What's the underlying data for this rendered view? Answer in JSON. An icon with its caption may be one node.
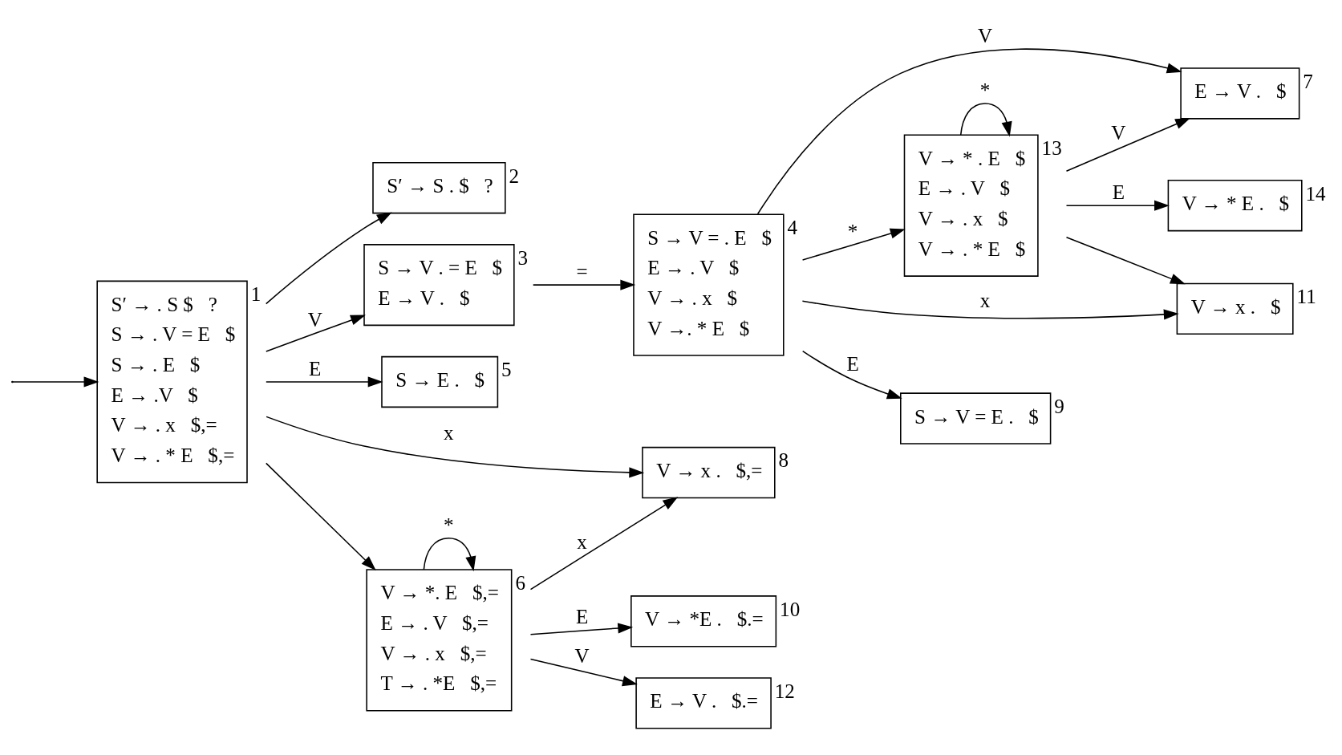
{
  "diagram": {
    "nodes": [
      {
        "text": [
          "S′ → . S $   ?",
          "S → . V = E   $",
          "S → . E   $",
          "E → .V   $",
          "V → . x   $,=",
          "V → . * E   $,="
        ],
        "beside": [
          "1"
        ]
      },
      {
        "text": [
          "S′ → S . $   ?"
        ],
        "beside": [
          "2"
        ]
      },
      {
        "text": [
          "S → V . = E   $",
          "E → V .   $"
        ],
        "beside": [
          "3"
        ]
      },
      {
        "text": [
          "S → V = . E   $",
          "E → . V   $",
          "V → . x   $",
          "V →. * E   $"
        ],
        "beside": [
          "4"
        ]
      },
      {
        "text": [
          "S → E .   $"
        ],
        "beside": [
          "5"
        ]
      },
      {
        "text": [
          "E → V .   $"
        ],
        "beside": [
          "7"
        ]
      },
      {
        "text": [
          "V → x .   $,="
        ],
        "beside": [
          "8"
        ]
      },
      {
        "text": [
          "S → V = E .   $"
        ],
        "beside": [
          "9"
        ]
      },
      {
        "text": [
          "V → x .   $"
        ],
        "beside": [
          "11"
        ]
      },
      {
        "text": [
          "V → *. E   $,=",
          "E → . V   $,=",
          "V → . x   $,=",
          "T → . *E   $,="
        ],
        "beside": [
          "6"
        ]
      },
      {
        "text": [
          "V → * . E   $",
          "E → . V   $",
          "V → . x   $",
          "V → . * E   $"
        ],
        "beside": [
          "13"
        ]
      },
      {
        "text": [
          "E → V .   $.="
        ],
        "beside": [
          "12"
        ]
      },
      {
        "text": [
          "V → *E .   $.="
        ],
        "beside": [
          "10"
        ]
      },
      {
        "text": [
          "V → * E .   $"
        ],
        "beside": [
          "14"
        ]
      }
    ],
    "edges": [
      {
        "from": null,
        "to": 0,
        "arrow": "to"
      },
      {
        "from": 0,
        "to": 1,
        "arrow": "to"
      },
      {
        "from": 0,
        "to": 2,
        "arrow": "to",
        "label": "V"
      },
      {
        "from": 0,
        "to": 4,
        "arrow": "to",
        "label": "E"
      },
      {
        "from": 2,
        "to": 3,
        "arrow": "to",
        "label": "="
      },
      {
        "from": 0,
        "to": 6,
        "arrow": "to",
        "label": "x"
      },
      {
        "from": 0,
        "to": 9,
        "arrow": "to"
      },
      {
        "from": 3,
        "to": 5,
        "arrow": "to",
        "label": "V"
      },
      {
        "from": 3,
        "to": 8,
        "arrow": "to",
        "label": "x"
      },
      {
        "from": 3,
        "to": 7,
        "arrow": "to",
        "label": "E"
      },
      {
        "from": 3,
        "to": 10,
        "arrow": "to",
        "label": "*"
      },
      {
        "from": 9,
        "to": 9,
        "arrow": "to",
        "label": "*"
      },
      {
        "from": 9,
        "to": 6,
        "arrow": "to",
        "label": "x"
      },
      {
        "from": 9,
        "to": 11,
        "arrow": "to",
        "label": "V"
      },
      {
        "from": 9,
        "to": 12,
        "arrow": "to",
        "label": "E"
      },
      {
        "from": 10,
        "to": 5,
        "arrow": "to",
        "label": "V"
      },
      {
        "from": 10,
        "to": 8,
        "arrow": "to"
      },
      {
        "from": 10,
        "to": 10,
        "arrow": "to",
        "label": "*"
      },
      {
        "from": 10,
        "to": 13,
        "arrow": "to",
        "label": "E"
      }
    ]
  }
}
